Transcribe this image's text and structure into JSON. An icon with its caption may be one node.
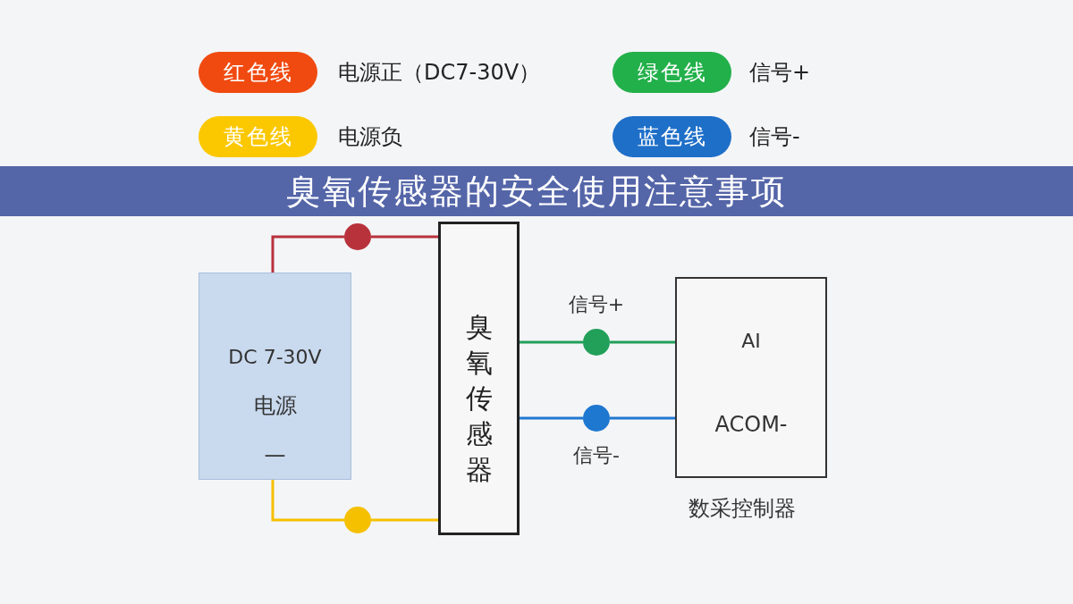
{
  "diagram": {
    "title": "臭氧传感器的安全使用注意事项",
    "nodes": [
      {
        "text": [
          "DC 7-30V",
          "电源",
          "—"
        ]
      },
      {
        "text": [
          "臭氧传感器"
        ]
      },
      {
        "text": [
          "AI",
          "ACOM-"
        ],
        "beside": [
          "数采控制器"
        ]
      },
      {
        "text": [],
        "shape": "circle"
      },
      {
        "text": [],
        "shape": "circle"
      },
      {
        "text": [],
        "shape": "circle"
      },
      {
        "text": [],
        "shape": "circle"
      }
    ],
    "edges": [
      {
        "from": 0,
        "to": 3,
        "arrow": "none",
        "color": "#b8323c"
      },
      {
        "from": 3,
        "to": 1,
        "arrow": "none",
        "color": "#b8323c"
      },
      {
        "from": 0,
        "to": 4,
        "arrow": "none",
        "color": "#f5c000"
      },
      {
        "from": 4,
        "to": 1,
        "arrow": "none",
        "color": "#f5c000"
      },
      {
        "from": 1,
        "to": 5,
        "arrow": "none",
        "color": "#22a05a",
        "label": "信号+"
      },
      {
        "from": 5,
        "to": 2,
        "arrow": "none",
        "color": "#22a05a"
      },
      {
        "from": 1,
        "to": 6,
        "arrow": "none",
        "color": "#1e78d0",
        "label": "信号-"
      },
      {
        "from": 6,
        "to": 2,
        "arrow": "none",
        "color": "#1e78d0"
      }
    ],
    "labels": [
      "电源正（DC7-30V）",
      "信号+",
      "电源负",
      "信号-"
    ],
    "legend": [
      {
        "text": "红色线",
        "color": "#f04a10"
      },
      {
        "text": "绿色线",
        "color": "#22b04a"
      },
      {
        "text": "黄色线",
        "color": "#fbc800"
      },
      {
        "text": "蓝色线",
        "color": "#1e6fc8"
      }
    ]
  }
}
